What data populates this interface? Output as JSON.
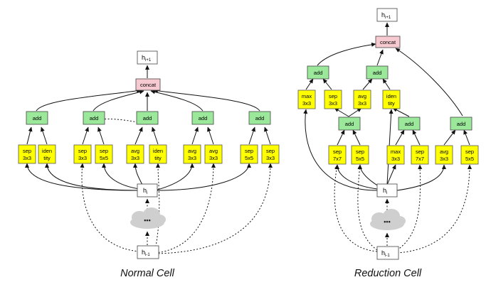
{
  "normal_cell": {
    "caption": "Normal Cell",
    "output": {
      "base": "h",
      "sub": "i+1"
    },
    "concat": "concat",
    "adds": [
      "add",
      "add",
      "add",
      "add",
      "add"
    ],
    "ops": [
      [
        "sep",
        "3x3"
      ],
      [
        "iden",
        "tity"
      ],
      [
        "sep",
        "3x3"
      ],
      [
        "sep",
        "5x5"
      ],
      [
        "avg",
        "3x3"
      ],
      [
        "iden",
        "tity"
      ],
      [
        "avg",
        "3x3"
      ],
      [
        "avg",
        "3x3"
      ],
      [
        "sep",
        "5x5"
      ],
      [
        "sep",
        "3x3"
      ]
    ],
    "h_i": {
      "base": "h",
      "sub": "i"
    },
    "h_prev": {
      "base": "h",
      "sub": "i-1"
    },
    "cloud_label": "•••"
  },
  "reduction_cell": {
    "caption": "Reduction Cell",
    "output": {
      "base": "h",
      "sub": "i+1"
    },
    "concat": "concat",
    "adds": [
      "add",
      "add",
      "add",
      "add",
      "add"
    ],
    "ops_top": [
      [
        "max",
        "3x3"
      ],
      [
        "sep",
        "3x3"
      ],
      [
        "avg",
        "3x3"
      ],
      [
        "iden",
        "tity"
      ]
    ],
    "ops_bottom": [
      [
        "sep",
        "7x7"
      ],
      [
        "sep",
        "5x5"
      ],
      [
        "max",
        "3x3"
      ],
      [
        "sep",
        "7x7"
      ],
      [
        "avg",
        "3x3"
      ],
      [
        "sep",
        "5x5"
      ]
    ],
    "h_i": {
      "base": "h",
      "sub": "i"
    },
    "h_prev": {
      "base": "h",
      "sub": "i-1"
    },
    "cloud_label": "•••"
  },
  "colors": {
    "op": "#ffff00",
    "add": "#9be89b",
    "concat": "#f7c9d0"
  }
}
